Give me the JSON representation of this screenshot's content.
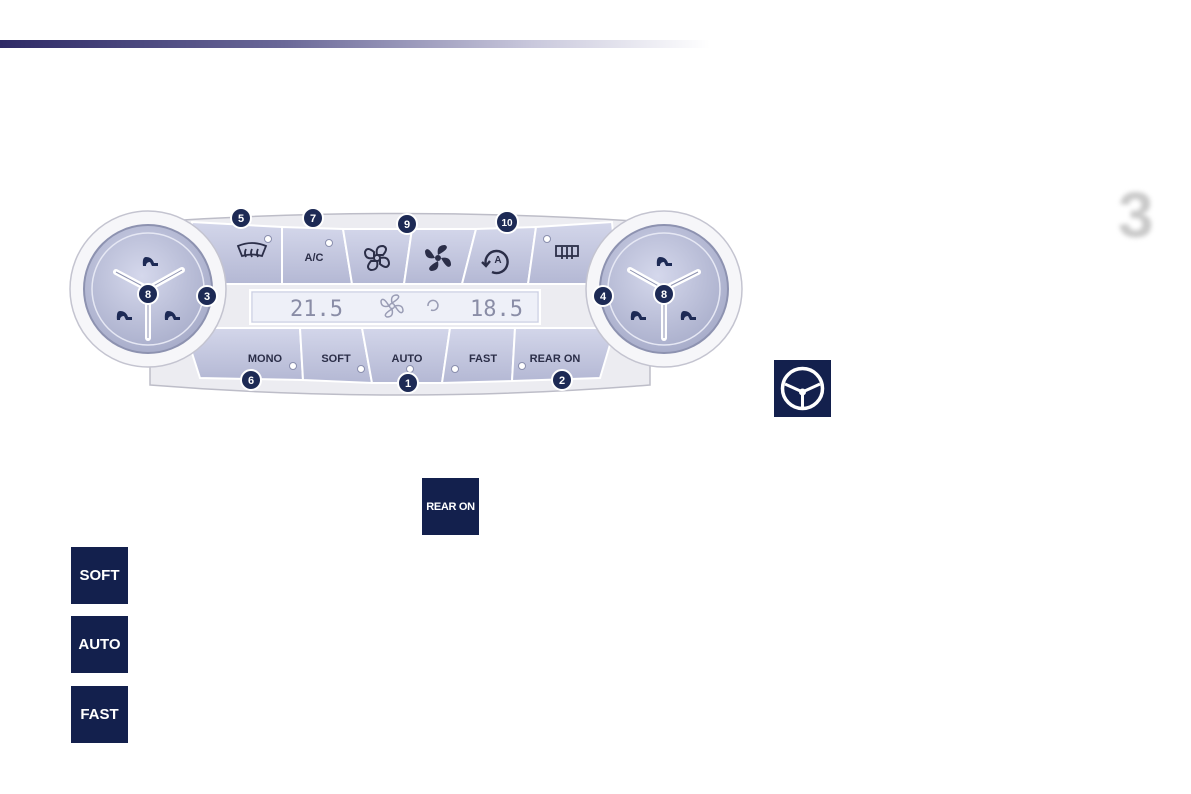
{
  "page": {
    "chapter_number": "3"
  },
  "panel": {
    "buttons": {
      "windscreen_demist": "",
      "ac": "A/C",
      "mono": "MONO",
      "soft": "SOFT",
      "auto": "AUTO",
      "fast": "FAST",
      "rear_on": "REAR ON"
    },
    "display": {
      "left_temp": "21.5",
      "right_temp": "18.5"
    },
    "callouts": [
      "5",
      "7",
      "9",
      "10",
      "3",
      "8",
      "4",
      "8",
      "6",
      "1",
      "2"
    ]
  },
  "keys": {
    "rear_on": "REAR ON",
    "soft": "SOFT",
    "auto": "AUTO",
    "fast": "FAST"
  },
  "icons": {
    "steering_wheel": "steering-wheel-icon"
  },
  "colors": {
    "button_fill": "#bcc0da",
    "key_fill": "#13204d",
    "callout_fill": "#1d2a55",
    "header_bar": "#2e2a66"
  }
}
